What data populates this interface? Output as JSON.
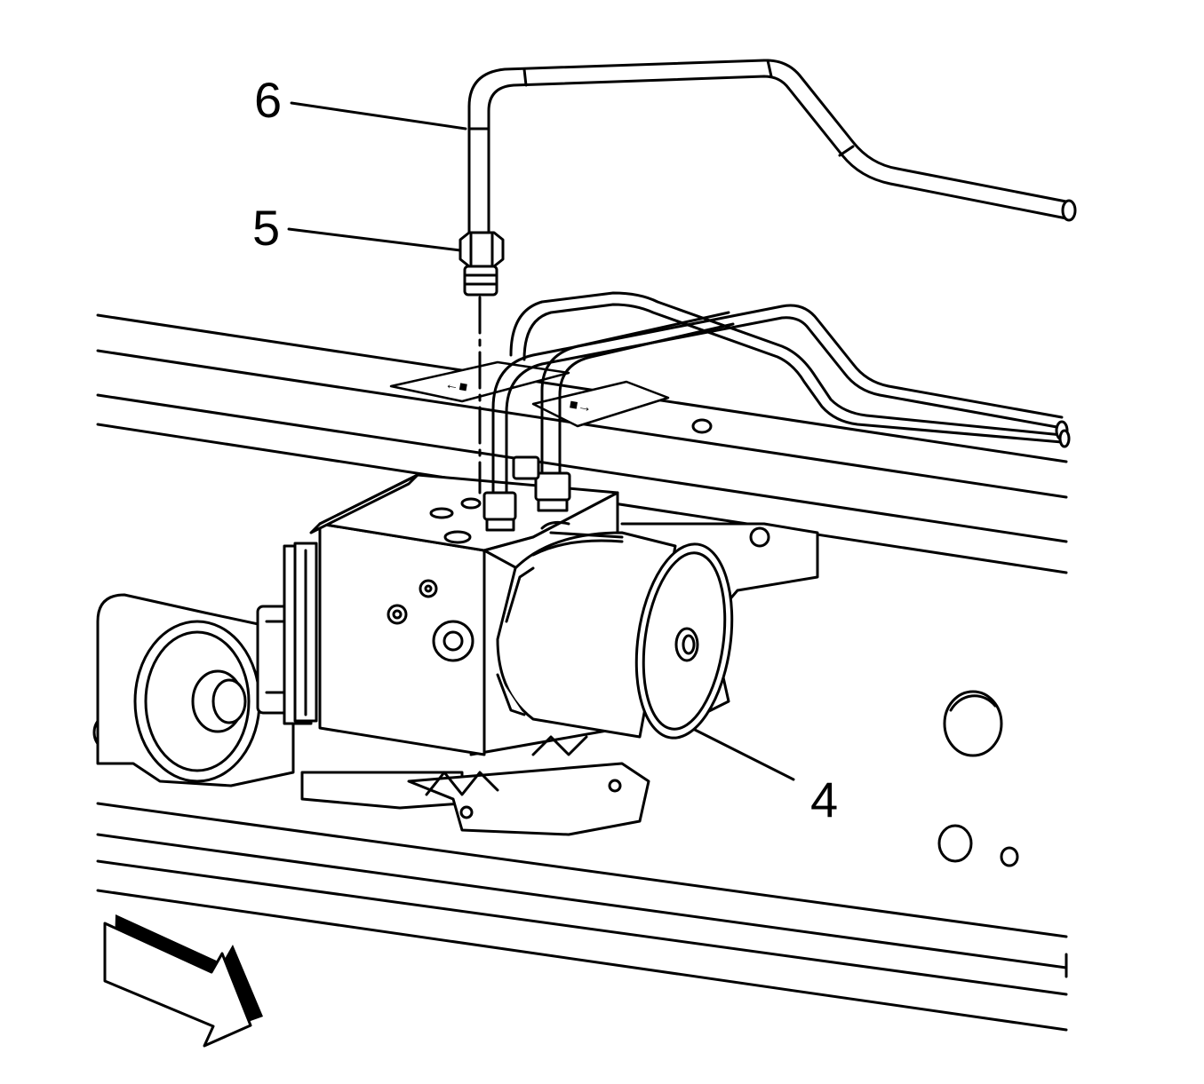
{
  "callouts": {
    "c4": "4",
    "c5": "5",
    "c6": "6"
  },
  "colors": {
    "line": "#000000",
    "background": "#ffffff"
  },
  "icons": {
    "direction_arrow": "forward-direction-arrow-icon"
  }
}
